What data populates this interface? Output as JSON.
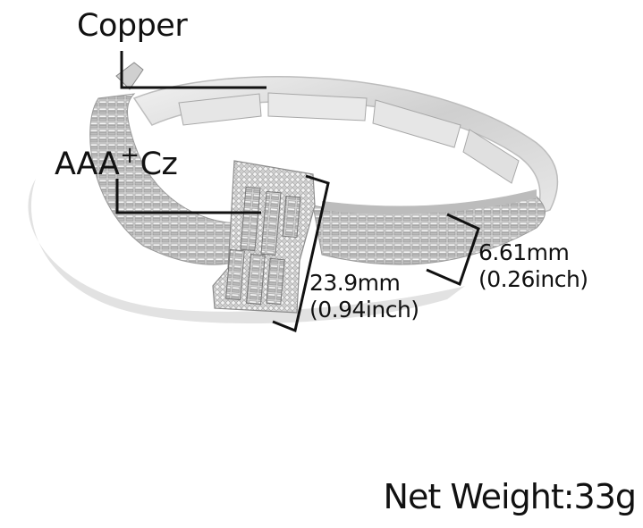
{
  "product": {
    "subject": "silver bangle bracelet with baguette cubic zirconia",
    "background_color": "#ffffff",
    "metal_color": "#d9d9d9",
    "annotation_color": "#111111"
  },
  "annotations": {
    "material": {
      "text": "Copper"
    },
    "stone": {
      "main": "AAA",
      "sup": "+",
      "suffix": "Cz"
    },
    "face_height": {
      "mm": "23.9mm",
      "inch": "(0.94inch)"
    },
    "band_width": {
      "mm": "6.61mm",
      "inch": "(0.26inch)"
    },
    "weight": {
      "text": "Net Weight:33g"
    }
  }
}
